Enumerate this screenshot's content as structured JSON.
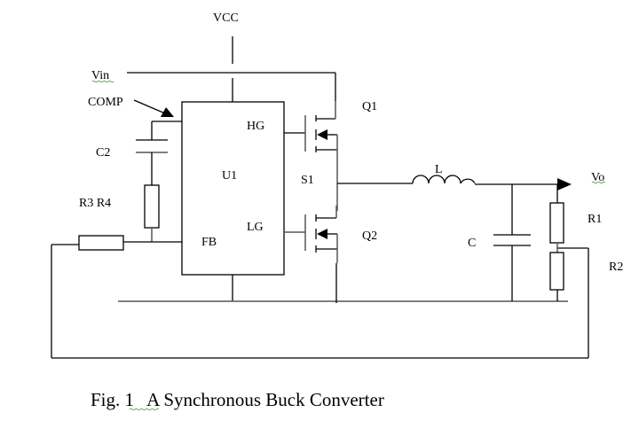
{
  "diagram": {
    "title": "Synchronous Buck Converter schematic",
    "labels": {
      "vcc": "VCC",
      "vin": "Vin",
      "comp": "COMP",
      "c2": "C2",
      "r3r4": "R3  R4",
      "ic_name": "U1",
      "hg": "HG",
      "lg": "LG",
      "fb": "FB",
      "q1": "Q1",
      "q2": "Q2",
      "s1": "S1",
      "inductor": "L",
      "capacitor": "C",
      "vo": "Vo",
      "r1": "R1",
      "r2": "R2"
    },
    "caption": {
      "prefix": "Fig. 1",
      "text": "A Synchronous Buck Converter"
    }
  }
}
